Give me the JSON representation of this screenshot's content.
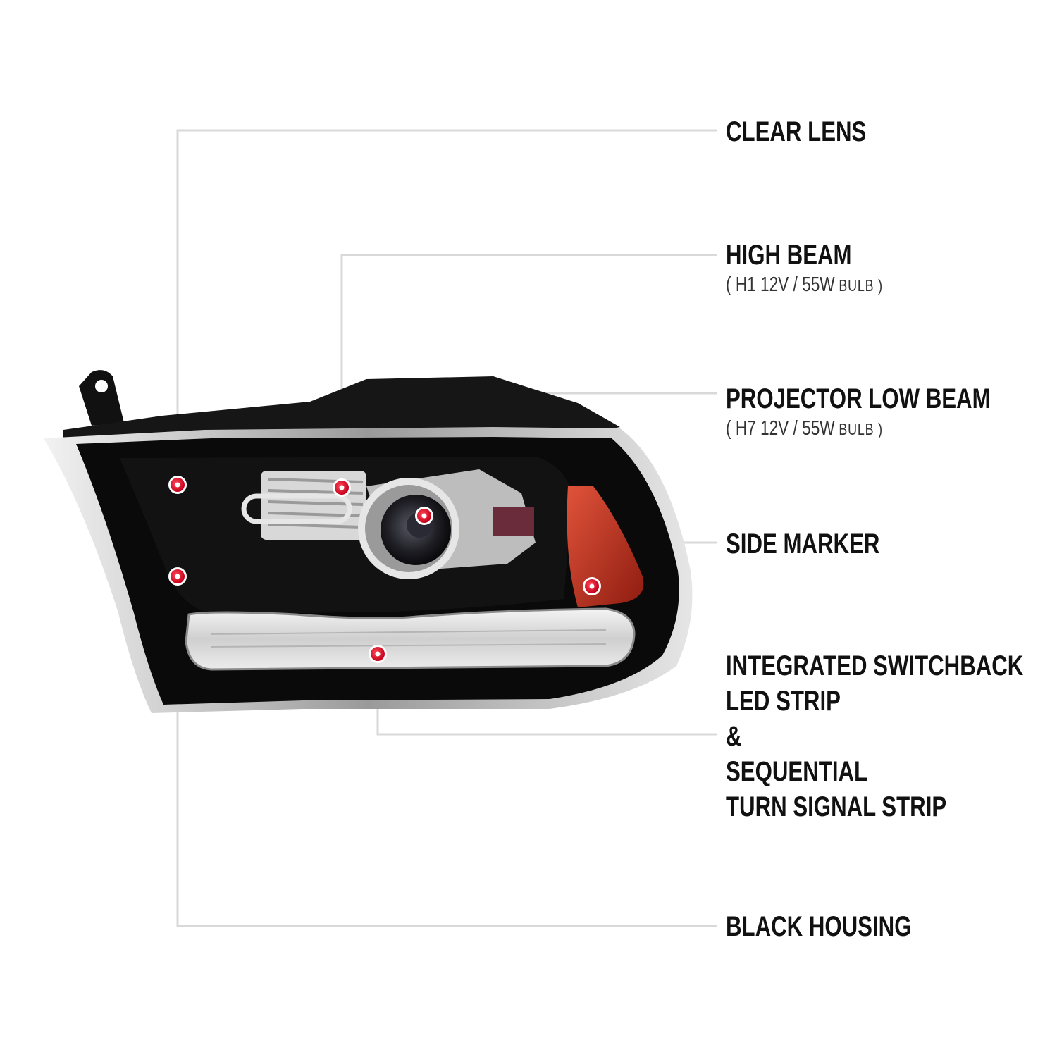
{
  "callouts": {
    "clear_lens": {
      "title": "CLEAR LENS"
    },
    "high_beam": {
      "title": "HIGH BEAM",
      "spec_open": "( H1  12V / 55W",
      "spec_unit": " BULB )"
    },
    "projector_low_beam": {
      "title": "PROJECTOR LOW BEAM",
      "spec_open": "( H7  12V / 55W",
      "spec_unit": " BULB )"
    },
    "side_marker": {
      "title": "SIDE MARKER"
    },
    "led_strip": {
      "lines": [
        "INTEGRATED SWITCHBACK",
        "LED STRIP",
        "&",
        "SEQUENTIAL",
        "TURN SIGNAL STRIP"
      ]
    },
    "black_housing": {
      "title": "BLACK HOUSING"
    }
  },
  "colors": {
    "marker": "#e8001c",
    "leader_line": "#d9d9d9",
    "housing": "#0a0a0a",
    "amber": "#c0392b"
  }
}
